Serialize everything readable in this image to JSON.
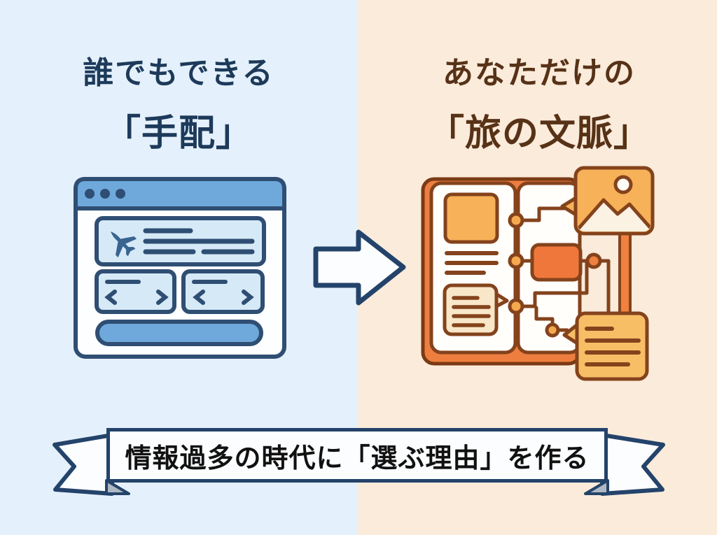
{
  "left_panel": {
    "title_line1": "誰でもできる",
    "title_line2": "「手配」",
    "title_color": "#1D3A5A",
    "background_color": "#E4F0FB",
    "illustration": "browser-booking-window-icon",
    "accent_colors": {
      "outline": "#2F4E73",
      "titlebar": "#6FA9DC",
      "card_fill": "#D6E9F7",
      "button_fill": "#6FA9DC"
    }
  },
  "right_panel": {
    "title_line1": "あなただけの",
    "title_line2": "「旅の文脈」",
    "title_color": "#573216",
    "background_color": "#FAEBDB",
    "illustration": "travel-notebook-mindmap-icon",
    "accent_colors": {
      "outline": "#84431C",
      "cover": "#EE7E40",
      "node_fill": "#F5A94F",
      "card_fill": "#F6B159",
      "highlight": "#F0773B",
      "bubble_fill": "#F8BE66",
      "cream_fill": "#F8E7C8"
    }
  },
  "arrow": {
    "direction": "right",
    "fill": "#FCFDFE",
    "outline_color": "#24436A"
  },
  "banner": {
    "text": "情報過多の時代に「選ぶ理由」を作る",
    "text_color": "#111111",
    "border_color": "#24436A",
    "fold_color": "#AEB8C2"
  }
}
